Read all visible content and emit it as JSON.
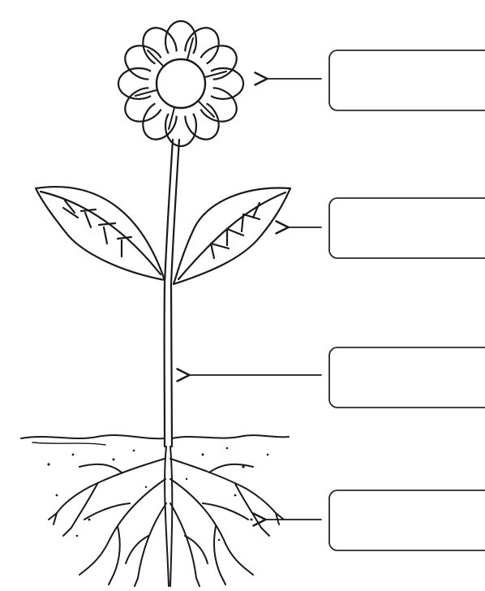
{
  "diagram": {
    "parts": [
      {
        "id": "flower",
        "label": ""
      },
      {
        "id": "leaf",
        "label": ""
      },
      {
        "id": "stem",
        "label": ""
      },
      {
        "id": "roots",
        "label": ""
      }
    ]
  },
  "colors": {
    "ink": "#1a1a1a",
    "box_border": "#2a2a2a",
    "background": "#ffffff"
  }
}
